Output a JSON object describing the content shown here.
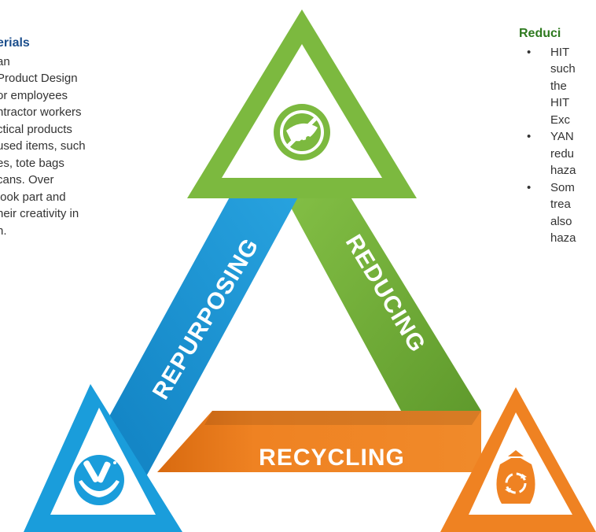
{
  "left_panel": {
    "title": "erials",
    "lines": [
      "an",
      "Product Design",
      "or employees",
      "ntractor workers",
      "ctical products",
      "used items, such",
      "es, tote bags",
      "cans. Over",
      "took part and",
      "heir creativity in",
      "n."
    ]
  },
  "right_panel": {
    "title": "Reduci",
    "bullets": [
      {
        "lines": [
          "HIT",
          "such",
          "the",
          "HIT",
          "Exc"
        ]
      },
      {
        "lines": [
          "YAN",
          "redu",
          "haza"
        ]
      },
      {
        "lines": [
          "Som",
          "trea",
          "also",
          "haza"
        ]
      }
    ]
  },
  "diagram": {
    "bands": {
      "repurposing": "REPURPOSING",
      "reducing": "REDUCING",
      "recycling": "RECYCLING"
    },
    "icons": {
      "top": "no-food-waste-icon",
      "left": "hands-holding-bottles-icon",
      "right": "recycle-bag-icon"
    },
    "colors": {
      "green": "#7cb93f",
      "green_dark": "#5f9a2c",
      "blue": "#1a9ddb",
      "blue_dark": "#0f7fc0",
      "orange": "#ef8222",
      "orange_dark": "#d86a10",
      "title_blue": "#1b4e8c",
      "title_green": "#2e7a1f"
    }
  }
}
